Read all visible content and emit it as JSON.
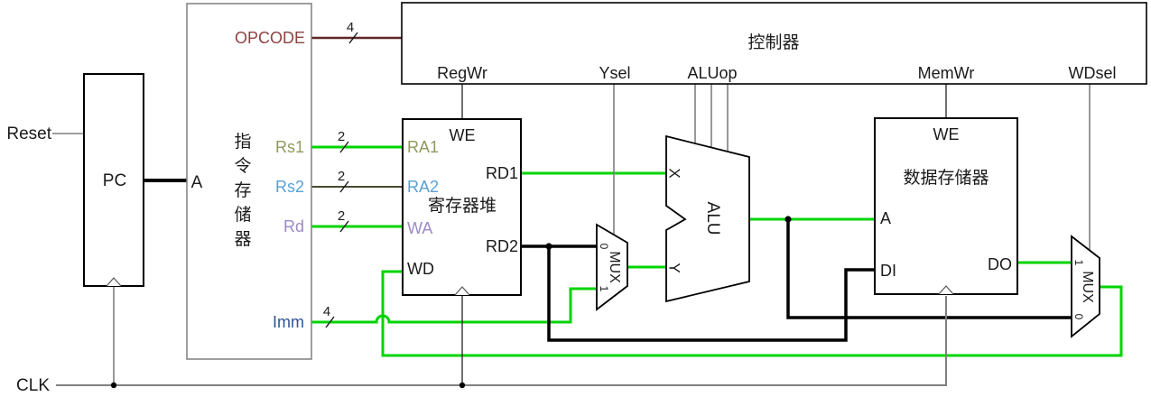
{
  "diagram": {
    "signals": {
      "reset": "Reset",
      "clk": "CLK"
    },
    "pc": {
      "title": "PC"
    },
    "imem": {
      "title": "指令存储器",
      "chars": [
        "指",
        "令",
        "存",
        "储",
        "器"
      ],
      "port_a": "A",
      "outputs": {
        "opcode": "OPCODE",
        "rs1": "Rs1",
        "rs2": "Rs2",
        "rd": "Rd",
        "imm": "Imm"
      }
    },
    "controller": {
      "title": "控制器",
      "outputs": {
        "regwr": "RegWr",
        "ysel": "Ysel",
        "aluop": "ALUop",
        "memwr": "MemWr",
        "wdsel": "WDsel"
      }
    },
    "regfile": {
      "title": "寄存器堆",
      "ports": {
        "we": "WE",
        "ra1": "RA1",
        "ra2": "RA2",
        "wa": "WA",
        "wd": "WD",
        "rd1": "RD1",
        "rd2": "RD2"
      }
    },
    "dmem": {
      "title": "数据存储器",
      "ports": {
        "we": "WE",
        "a": "A",
        "di": "DI",
        "do": "DO"
      }
    },
    "alu": {
      "label": "ALU",
      "port_x": "X",
      "port_y": "Y"
    },
    "mux1": {
      "label": "MUX",
      "in0": "0",
      "in1": "1"
    },
    "mux2": {
      "label": "MUX",
      "in0": "0",
      "in1": "1"
    },
    "bus_widths": {
      "opcode": "4",
      "rs1": "2",
      "rs2": "2",
      "rd": "2",
      "imm": "4"
    },
    "colors": {
      "data_green": "#00d400",
      "data_black": "#000000",
      "opcode_wire": "#5f2727",
      "opcode_text": "#8e4343",
      "rs1_text": "#8e9a60",
      "rs2_text": "#58a0d4",
      "rs2_wire": "#4a4a33",
      "rd_text": "#9c8ac6",
      "imm_text": "#2f5496",
      "control_gray": "#7f7f7f"
    }
  }
}
